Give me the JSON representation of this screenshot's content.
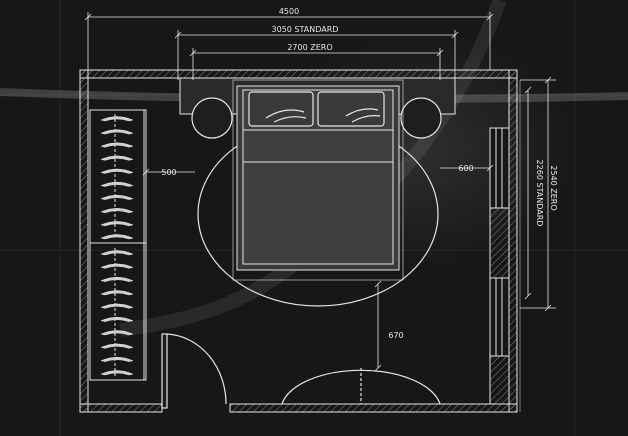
{
  "plan": {
    "dims": {
      "overall": "4500",
      "standard_width": "3050 STANDARD",
      "zero_width": "2700 ZERO",
      "wardrobe_gap": "500",
      "side_gap": "600",
      "foot_gap": "670",
      "zero_length": "2540 ZERO",
      "standard_length": "2260 STANDARD"
    },
    "colors": {
      "background": "#1a1a1a",
      "line": "#e6e6e6",
      "wall_fill": "#2b2b2b",
      "bed_fill": "#3a3a3a"
    }
  }
}
